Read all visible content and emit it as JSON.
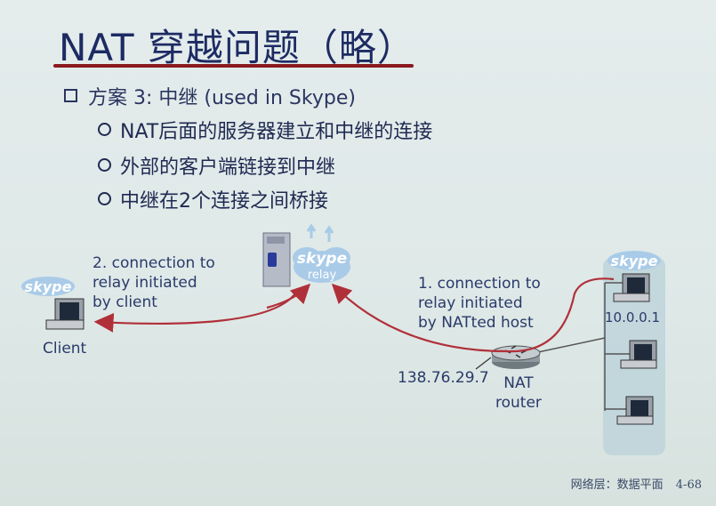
{
  "slide": {
    "title": "NAT 穿越问题（略）",
    "bullet": "方案 3: 中继 (used in Skype)",
    "sub_bullets": [
      "NAT后面的服务器建立和中继的连接",
      "外部的客户端链接到中继",
      "中继在2个连接之间桥接"
    ]
  },
  "diagram": {
    "client_label": "Client",
    "client_skype": "skype",
    "relay_skype": "skype",
    "relay_label": "relay",
    "host_skype": "skype",
    "conn2_text": "2. connection to\nrelay initiated\nby client",
    "conn1_text": "1. connection to\nrelay initiated\nby NATted host",
    "private_ip": "10.0.0.1",
    "public_ip": "138.76.29.7",
    "nat_label": "NAT\nrouter"
  },
  "footer": {
    "section": "网络层：数据平面",
    "page": "4-68"
  },
  "colors": {
    "title": "#1d2b63",
    "underline": "#8a1a1f",
    "arrow": "#b0303a",
    "skype": "#7fb8e6"
  }
}
